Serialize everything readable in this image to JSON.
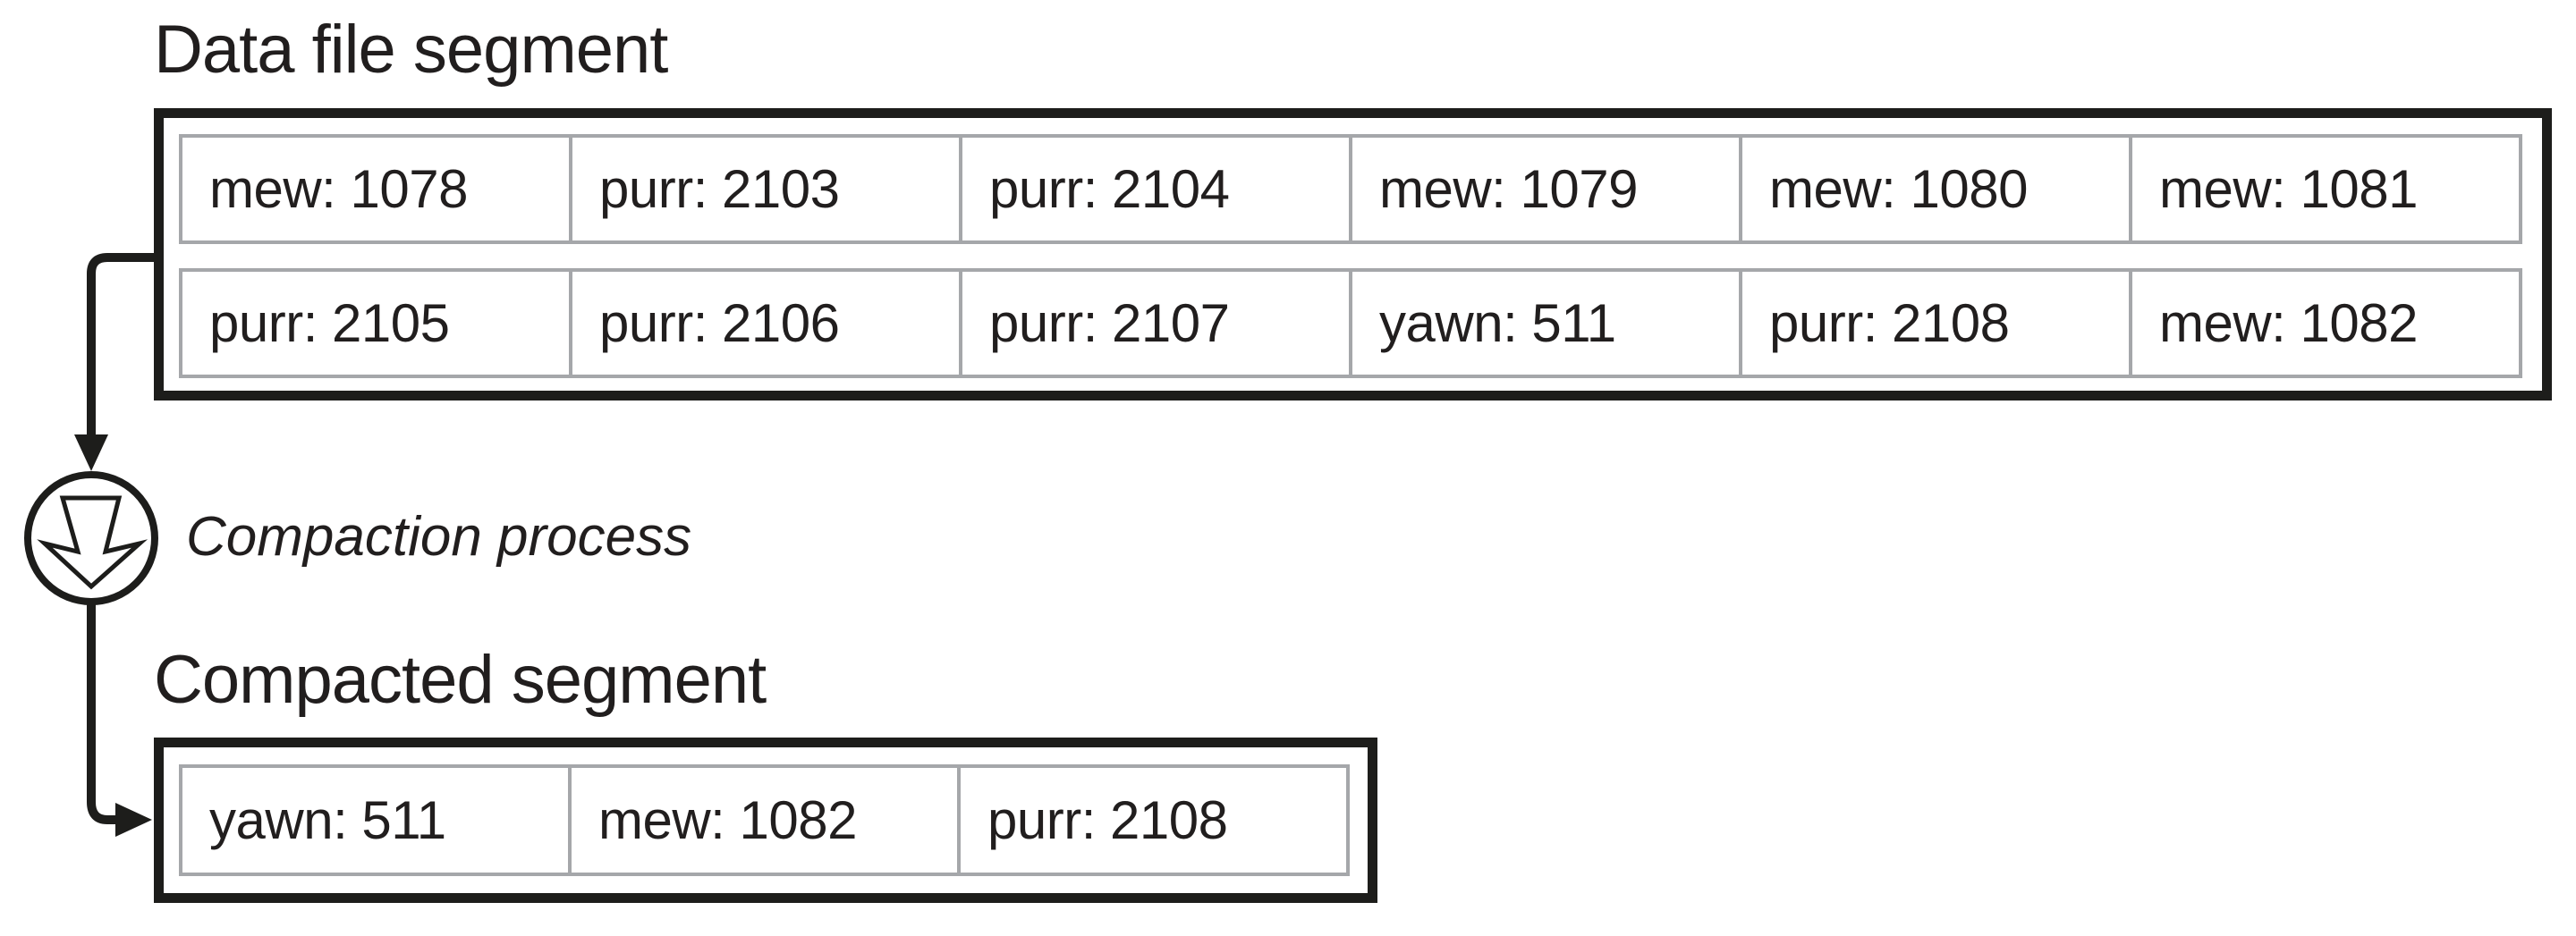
{
  "figure": {
    "titles": {
      "data_file_segment": "Data file segment",
      "compacted_segment": "Compacted segment"
    },
    "process_label": "Compaction process",
    "data_file_segment": {
      "rows": [
        [
          "mew: 1078",
          "purr: 2103",
          "purr: 2104",
          "mew: 1079",
          "mew: 1080",
          "mew: 1081"
        ],
        [
          "purr: 2105",
          "purr: 2106",
          "purr: 2107",
          "yawn: 511",
          "purr: 2108",
          "mew: 1082"
        ]
      ]
    },
    "compacted_segment": {
      "cells": [
        "yawn: 511",
        "mew: 1082",
        "purr: 2108"
      ]
    },
    "icons": {
      "process_icon": "compaction-double-arrow-down-icon",
      "arrowheads": [
        "arrowhead-down-icon",
        "arrowhead-right-icon"
      ]
    },
    "colors": {
      "ink": "#1d1d1b",
      "cell_border": "#a5a7aa",
      "text": "#211e1e",
      "background": "#ffffff"
    }
  }
}
